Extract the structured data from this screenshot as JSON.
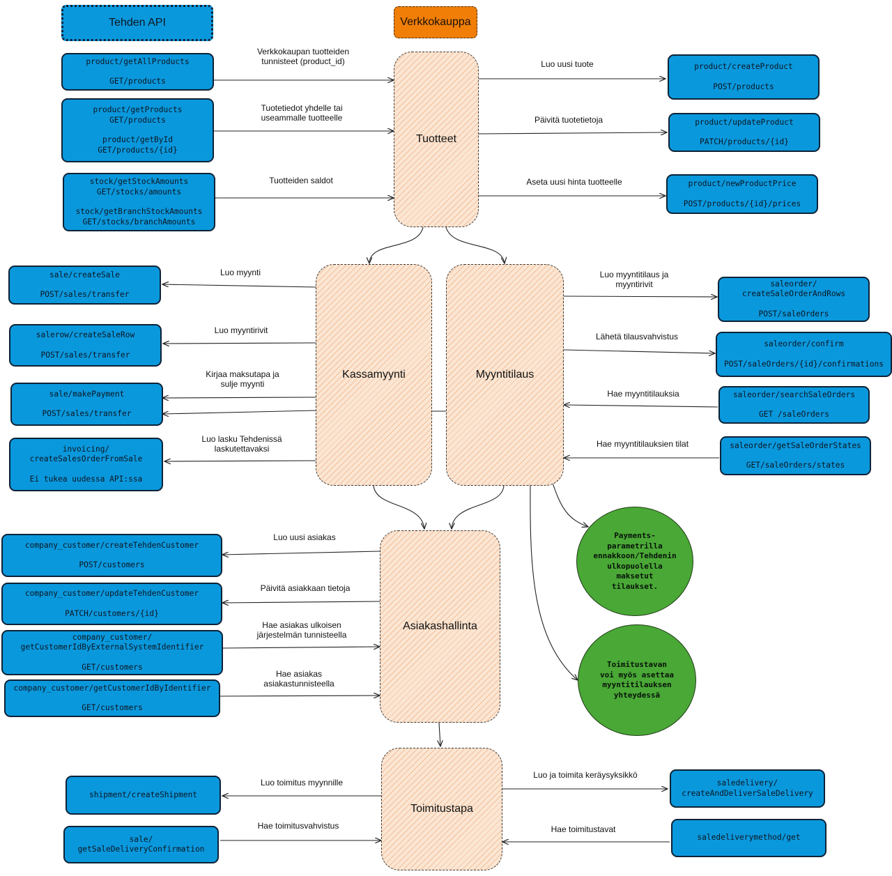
{
  "legend": {
    "api_label": "Tehden API",
    "shop_label": "Verkkokauppa",
    "api_color": "#0a98dd",
    "shop_color": "#f07e07",
    "hub_color": "#fbe6d3",
    "note_color": "#4aa836"
  },
  "hubs": {
    "tuotteet": "Tuotteet",
    "kassamyynti": "Kassamyynti",
    "myyntitilaus": "Myyntitilaus",
    "asiakashallinta": "Asiakashallinta",
    "toimitustapa": "Toimitustapa"
  },
  "apis": {
    "get_all_products": [
      "product/getAllProducts",
      "",
      "GET/products"
    ],
    "get_products": [
      "product/getProducts",
      "GET/products",
      "",
      "product/getById",
      "GET/products/{id}"
    ],
    "stock_amounts": [
      "stock/getStockAmounts",
      "GET/stocks/amounts",
      "",
      "stock/getBranchStockAmounts",
      "GET/stocks/branchAmounts"
    ],
    "create_product": [
      "product/createProduct",
      "",
      "POST/products"
    ],
    "update_product": [
      "product/updateProduct",
      "",
      "PATCH/products/{id}"
    ],
    "new_product_price": [
      "product/newProductPrice",
      "",
      "POST/products/{id}/prices"
    ],
    "create_sale": [
      "sale/createSale",
      "",
      "POST/sales/transfer"
    ],
    "create_sale_row": [
      "salerow/createSaleRow",
      "",
      "POST/sales/transfer"
    ],
    "make_payment": [
      "sale/makePayment",
      "",
      "POST/sales/transfer"
    ],
    "invoicing": [
      "invoicing/",
      "createSalesOrderFromSale",
      "",
      "Ei tukea uudessa API:ssa"
    ],
    "create_sale_order": [
      "saleorder/",
      "createSaleOrderAndRows",
      "",
      "POST/saleOrders"
    ],
    "confirm_sale_order": [
      "saleorder/confirm",
      "",
      "POST/saleOrders/{id}/confirmations"
    ],
    "search_sale_orders": [
      "saleorder/searchSaleOrders",
      "",
      "GET /saleOrders"
    ],
    "sale_order_states": [
      "saleorder/getSaleOrderStates",
      "",
      "GET/saleOrders/states"
    ],
    "create_customer": [
      "company_customer/createTehdenCustomer",
      "",
      "POST/customers"
    ],
    "update_customer": [
      "company_customer/updateTehdenCustomer",
      "",
      "PATCH/customers/{id}"
    ],
    "customer_by_external": [
      "company_customer/",
      "getCustomerIdByExternalSystemIdentifier",
      "",
      "GET/customers"
    ],
    "customer_by_identifier": [
      "company_customer/getCustomerIdByIdentifier",
      "",
      "GET/customers"
    ],
    "create_shipment": [
      "shipment/createShipment"
    ],
    "delivery_confirmation": [
      "sale/",
      "getSaleDeliveryConfirmation"
    ],
    "create_sale_delivery": [
      "saledelivery/",
      "createAndDeliverSaleDelivery"
    ],
    "delivery_method": [
      "saledeliverymethod/get"
    ]
  },
  "edges": {
    "tunnisteet": [
      "Verkkokaupan tuotteiden",
      "tunnisteet (product_id)"
    ],
    "tuotetiedot": [
      "Tuotetiedot yhdelle tai",
      "useammalle tuotteelle"
    ],
    "saldot": [
      "Tuotteiden saldot"
    ],
    "luo_tuote": [
      "Luo uusi tuote"
    ],
    "paivita_tuote": [
      "Päivitä tuotetietoja"
    ],
    "hinta": [
      "Aseta uusi hinta tuotteelle"
    ],
    "luo_myynti": [
      "Luo myynti"
    ],
    "luo_rivit": [
      "Luo myyntirivit"
    ],
    "maksutapa": [
      "Kirjaa maksutapa ja",
      "sulje myynti"
    ],
    "lasku": [
      "Luo lasku Tehdenissä",
      "laskutettavaksi"
    ],
    "luo_tilaus": [
      "Luo myyntitilaus ja",
      "myyntirivit"
    ],
    "vahvistus": [
      "Lähetä tilausvahvistus"
    ],
    "hae_tilauksia": [
      "Hae myyntitilauksia"
    ],
    "hae_tilat": [
      "Hae myyntitilauksien tilat"
    ],
    "uusi_asiakas": [
      "Luo uusi asiakas"
    ],
    "paivita_asiakas": [
      "Päivitä asiakkaan tietoja"
    ],
    "hae_ulkoinen": [
      "Hae asiakas ulkoisen",
      "järjestelmän tunnisteella"
    ],
    "hae_tunniste": [
      "Hae asiakas",
      "asiakastunnisteella"
    ],
    "luo_toimitus": [
      "Luo toimitus myynnille"
    ],
    "toimitusvahvistus": [
      "Hae toimitusvahvistus"
    ],
    "keraysyksikko": [
      "Luo ja toimita keräysyksikkö"
    ],
    "toimitustavat": [
      "Hae toimitustavat"
    ]
  },
  "notes": {
    "payments": [
      "Payments-",
      "parametrilla",
      "ennakkoon/Tehdenin",
      "ulkopuolella",
      "maksetut",
      "tilaukset."
    ],
    "toimitustapa": [
      "Toimitustavan",
      "voi myös asettaa",
      "myyntitilauksen",
      "yhteydessä"
    ]
  }
}
